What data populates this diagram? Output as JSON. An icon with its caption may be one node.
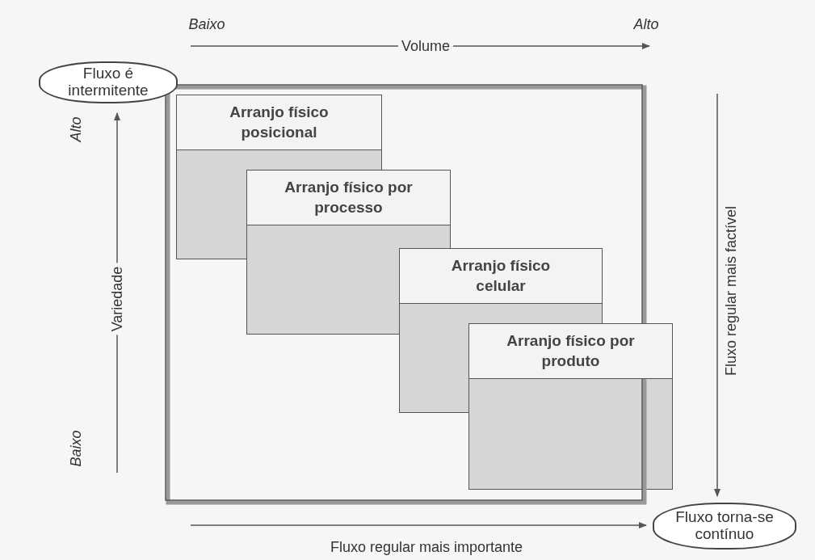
{
  "diagram": {
    "nodes": [
      {
        "text": [
          "Fluxo é intermitente"
        ]
      },
      {
        "text": [
          "Arranjo físico posicional"
        ]
      },
      {
        "text": [
          "Arranjo físico por processo"
        ]
      },
      {
        "text": [
          "Arranjo físico celular"
        ]
      },
      {
        "text": [
          "Arranjo físico por produto"
        ]
      },
      {
        "text": [
          "Fluxo torna-se contínuo"
        ]
      }
    ],
    "labels": [
      "Baixo",
      "Alto",
      "Volume",
      "Alto",
      "Variedade",
      "Baixo",
      "Fluxo regular mais factível",
      "Fluxo regular mais importante"
    ]
  }
}
